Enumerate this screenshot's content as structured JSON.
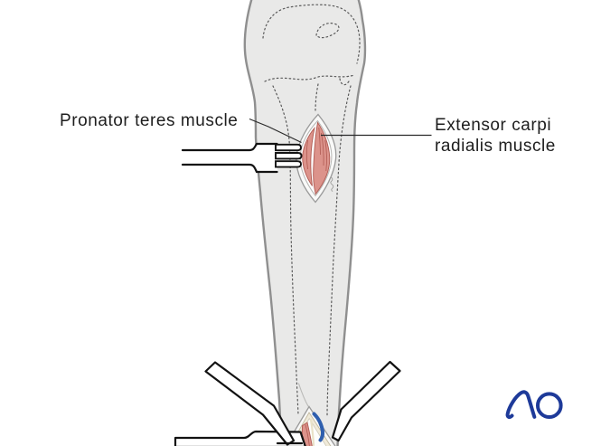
{
  "annotations": {
    "pronator_label": "Pronator teres muscle",
    "extensor_label": "Extensor carpi radialis muscle"
  },
  "logo": {
    "text": "AO"
  },
  "colors": {
    "background": "#ffffff",
    "skin_fill": "#e9e9e8",
    "skin_outline": "#8f8f8f",
    "bone_dotted": "#5a5a5a",
    "muscle_pink": "#dc938b",
    "muscle_dark": "#b05a52",
    "vein_blue": "#2f5fae",
    "instrument": "#121212",
    "leader": "#2a2a2a",
    "label_text": "#1e1e1e",
    "logo_blue": "#1e3a99"
  }
}
